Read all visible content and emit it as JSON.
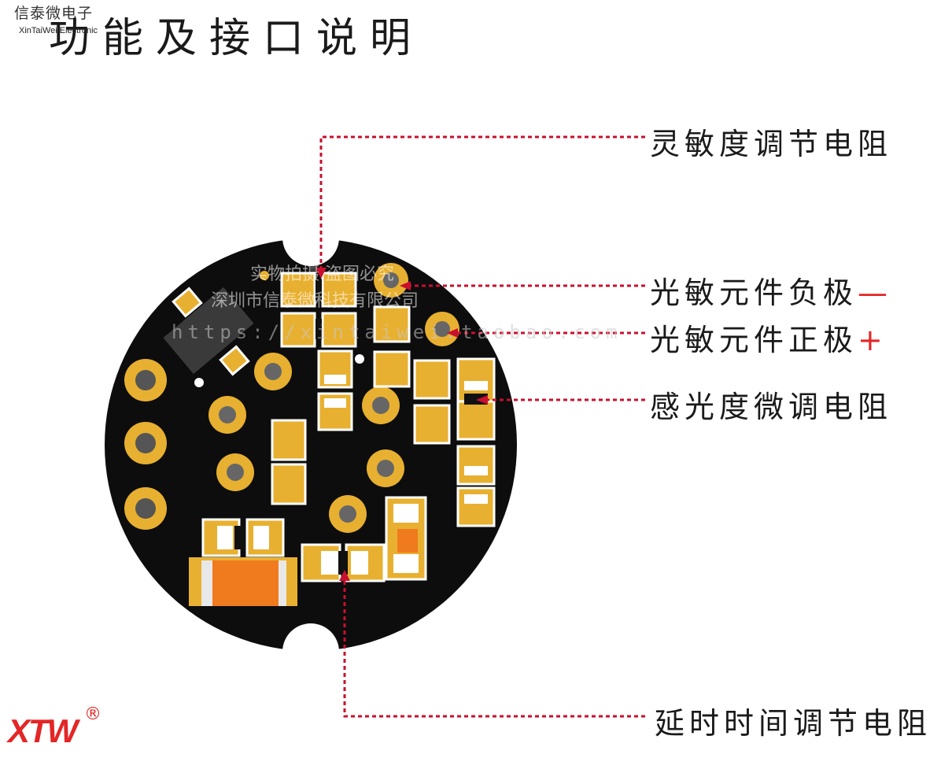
{
  "brand": {
    "name_cn": "信泰微电子",
    "name_en": "XinTaiWei Electronic"
  },
  "title": "功能及接口说明",
  "watermark": {
    "line1": "实物拍摄 盗图必究",
    "line2": "深圳市信泰微科技有限公司",
    "url": "https://xintaiwei.taobao.com"
  },
  "labels": {
    "sensitivity_resistor": "灵敏度调节电阻",
    "photo_negative": "光敏元件负极",
    "photo_negative_sign": "—",
    "photo_positive": "光敏元件正极",
    "photo_positive_sign": "+",
    "light_fine_resistor": "感光度微调电阻",
    "delay_resistor": "延时时间调节电阻"
  },
  "logo": {
    "text": "XTW",
    "reg": "®"
  },
  "colors": {
    "board": "#0d0d0d",
    "pad_gold": "#e8b030",
    "leader": "#c8102e",
    "accent": "#e32626",
    "cap_orange": "#f07a1e"
  }
}
